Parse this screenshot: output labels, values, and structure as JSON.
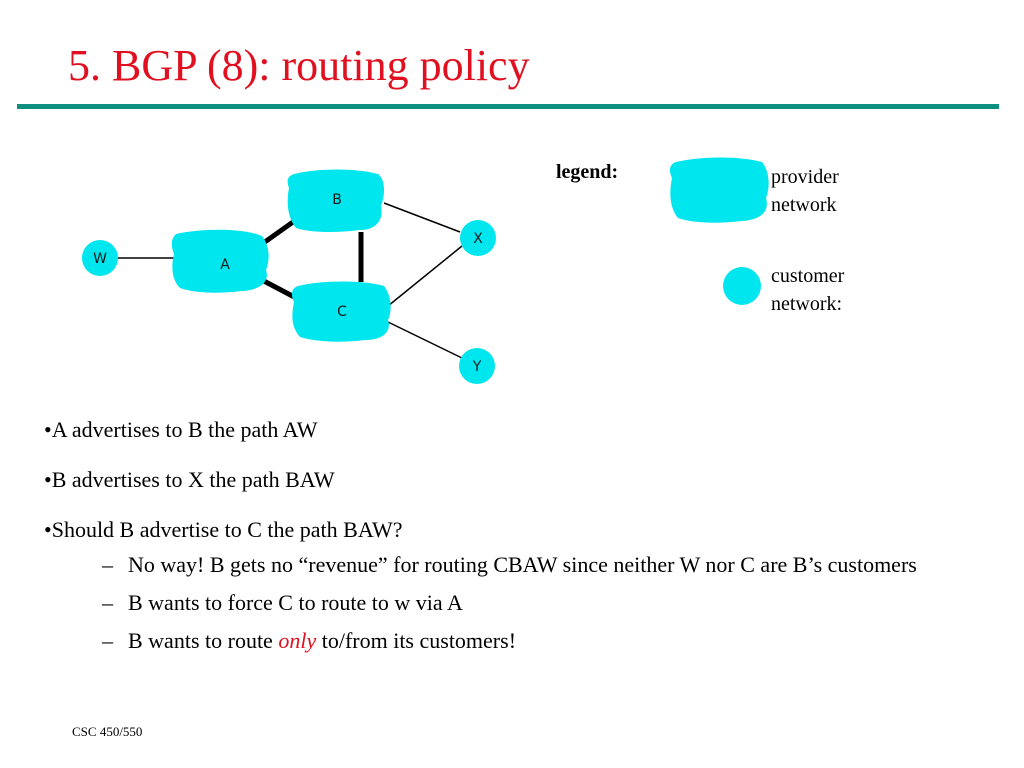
{
  "slide": {
    "title": "5. BGP (8): routing policy",
    "footer": "CSC 450/550"
  },
  "colors": {
    "title": "#e01020",
    "rule": "#0f8f7f",
    "network_fill": "#00e6ee",
    "emphasis": "#e01020"
  },
  "diagram": {
    "nodes": [
      {
        "id": "B",
        "label": "B",
        "kind": "provider"
      },
      {
        "id": "A",
        "label": "A",
        "kind": "provider"
      },
      {
        "id": "C",
        "label": "C",
        "kind": "provider"
      },
      {
        "id": "W",
        "label": "W",
        "kind": "customer"
      },
      {
        "id": "X",
        "label": "X",
        "kind": "customer"
      },
      {
        "id": "Y",
        "label": "Y",
        "kind": "customer"
      }
    ],
    "links": [
      {
        "from": "W",
        "to": "A",
        "style": "thin"
      },
      {
        "from": "A",
        "to": "B",
        "style": "thick"
      },
      {
        "from": "A",
        "to": "C",
        "style": "thick"
      },
      {
        "from": "B",
        "to": "C",
        "style": "thick"
      },
      {
        "from": "B",
        "to": "X",
        "style": "thin"
      },
      {
        "from": "C",
        "to": "X",
        "style": "thin"
      },
      {
        "from": "C",
        "to": "Y",
        "style": "thin"
      }
    ]
  },
  "legend": {
    "title": "legend:",
    "provider_line1": "provider",
    "provider_line2": "network",
    "customer_line1": "customer",
    "customer_line2": "network:"
  },
  "bullets": {
    "b1": "•A advertises to B the path AW",
    "b2": "•B advertises to X the path BAW",
    "b3": "•Should B advertise to C the path BAW?",
    "sub1": "No way! B gets no “revenue” for routing CBAW since neither W nor C are B’s customers",
    "sub2": "B wants to force C to route to w via A",
    "sub3_before": "B wants to route ",
    "sub3_emph": "only",
    "sub3_after": " to/from its customers!",
    "dash": "–"
  }
}
